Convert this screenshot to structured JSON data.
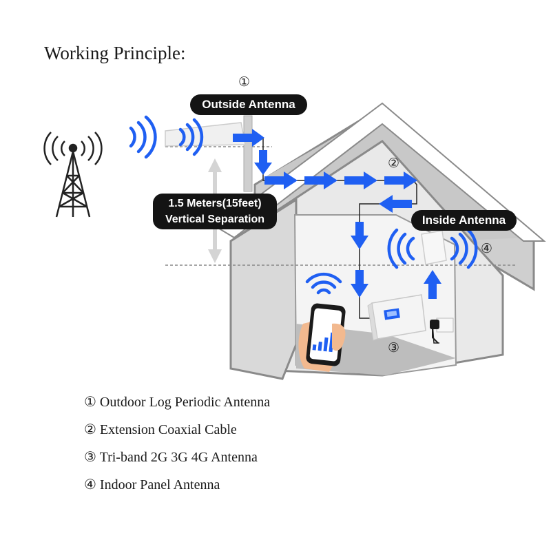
{
  "title": "Working Principle:",
  "labels": {
    "outside_antenna": "Outside Antenna",
    "inside_antenna": "Inside Antenna",
    "separation_line1": "1.5 Meters(15feet)",
    "separation_line2": "Vertical Separation"
  },
  "markers": {
    "one": "①",
    "two": "②",
    "three": "③",
    "four": "④"
  },
  "legend": [
    "① Outdoor Log Periodic Antenna",
    "② Extension Coaxial Cable",
    "③ Tri-band 2G 3G 4G Antenna",
    "④ Indoor Panel Antenna"
  ],
  "colors": {
    "arrow": "#1f5ff2",
    "signal": "#1f5ff2",
    "house_outline": "#8f8f8f",
    "house_fill": "#d6d6d6",
    "label_bg": "#141414"
  }
}
